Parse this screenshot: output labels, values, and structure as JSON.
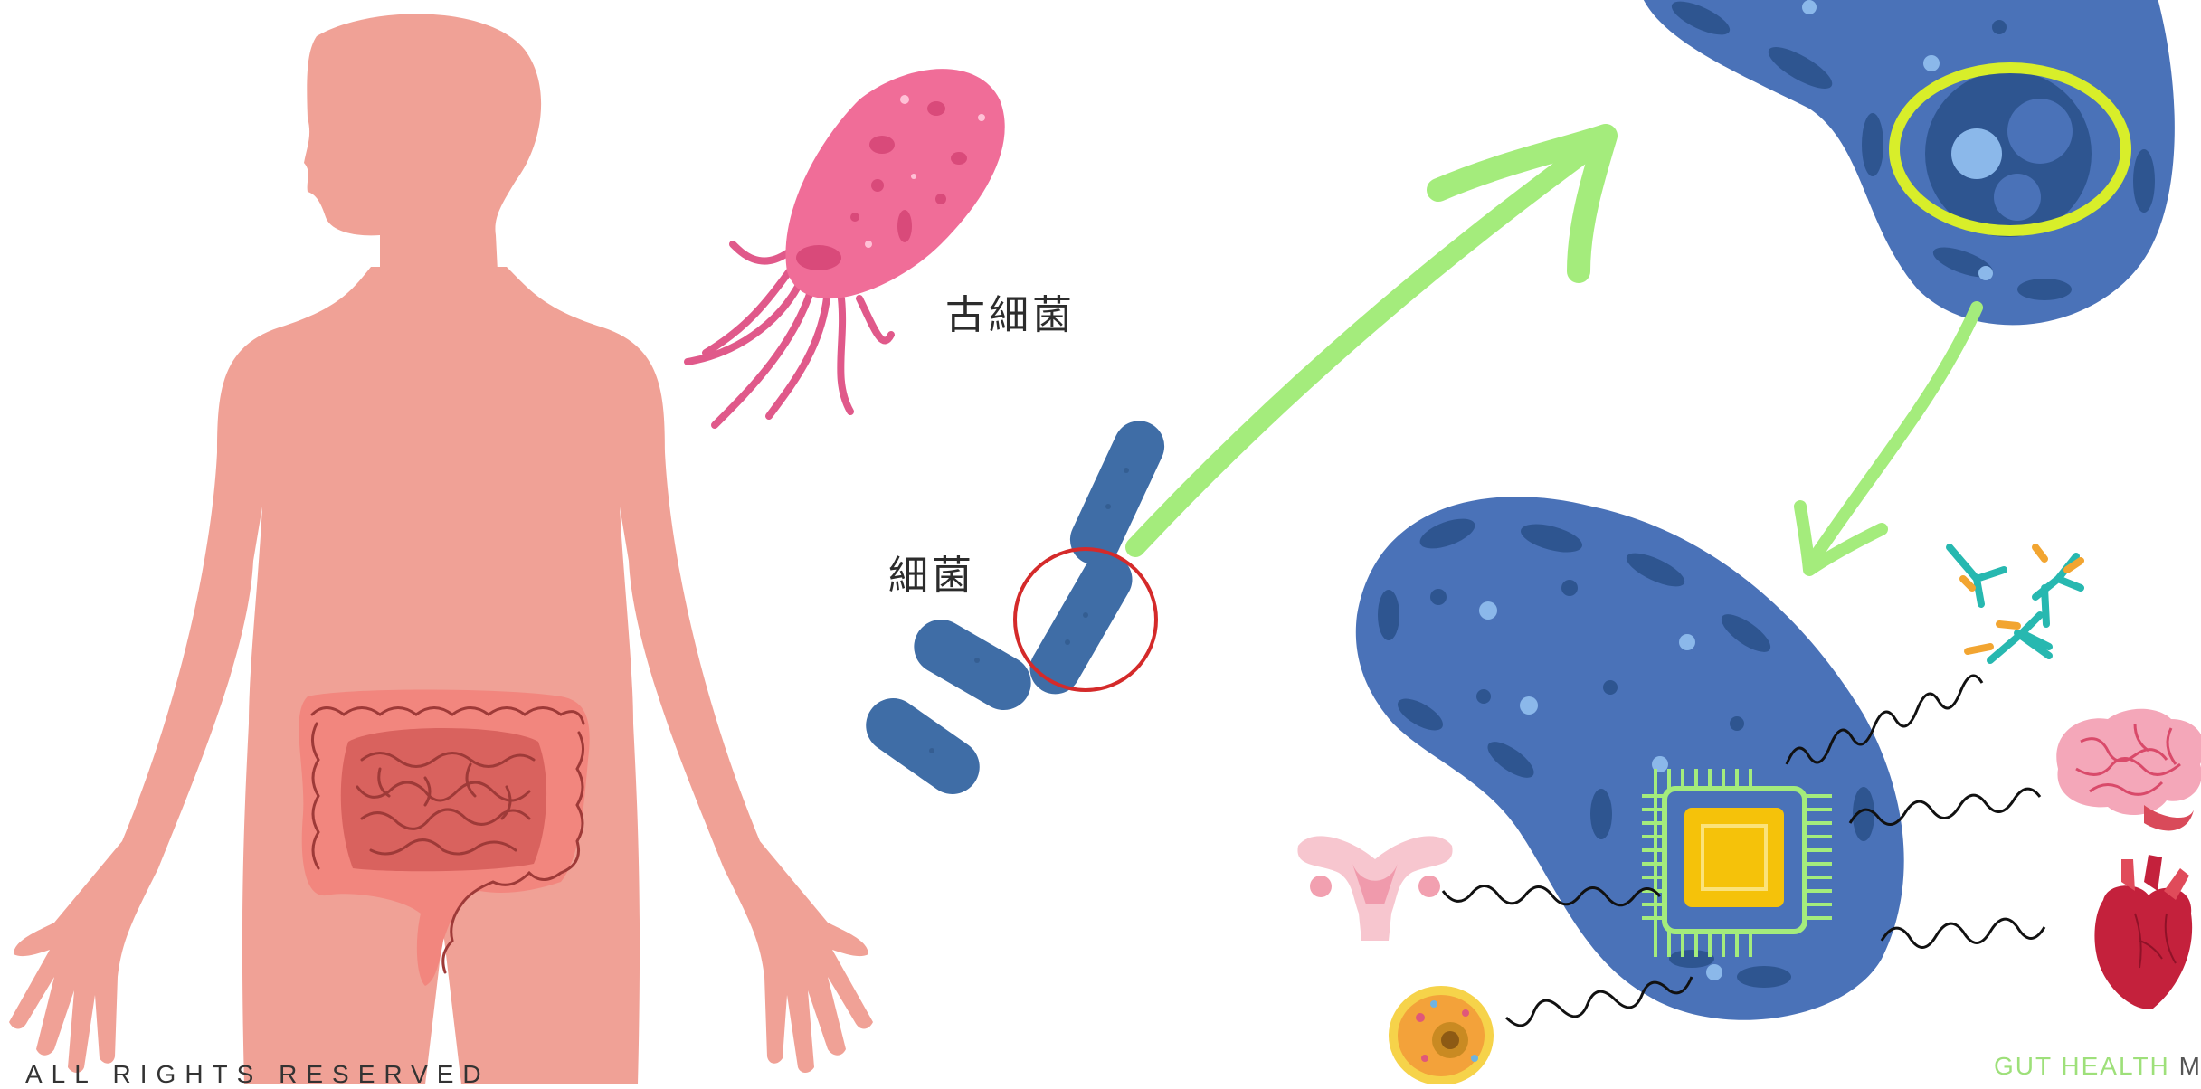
{
  "labels": {
    "archaea": "古細菌",
    "bacteria": "細菌"
  },
  "footer": {
    "rights": "ALL RIGHTS RESERVED",
    "brand": "GUT HEALTH",
    "brand_extra": "M"
  },
  "colors": {
    "skin": "#f0a196",
    "colon": "#f2867e",
    "intestine": "#d9625e",
    "archaea_body": "#f06d98",
    "bacteria_body": "#3f6da6",
    "cell_body": "#4a72b8",
    "arrow": "#a4ec7c",
    "highlight_ring": "#d8ee2a",
    "focus_circle": "#d42a2a",
    "chip": "#f5c20a",
    "antibody_teal": "#27b8b0",
    "antibody_orange": "#f2a531"
  },
  "icons": [
    "human-body-icon",
    "intestine-icon",
    "archaea-icon",
    "bacteria-icon",
    "cell-icon",
    "nucleus-icon",
    "chip-icon",
    "uterus-icon",
    "brain-icon",
    "heart-icon",
    "cell-organelle-icon",
    "antibody-icon"
  ]
}
